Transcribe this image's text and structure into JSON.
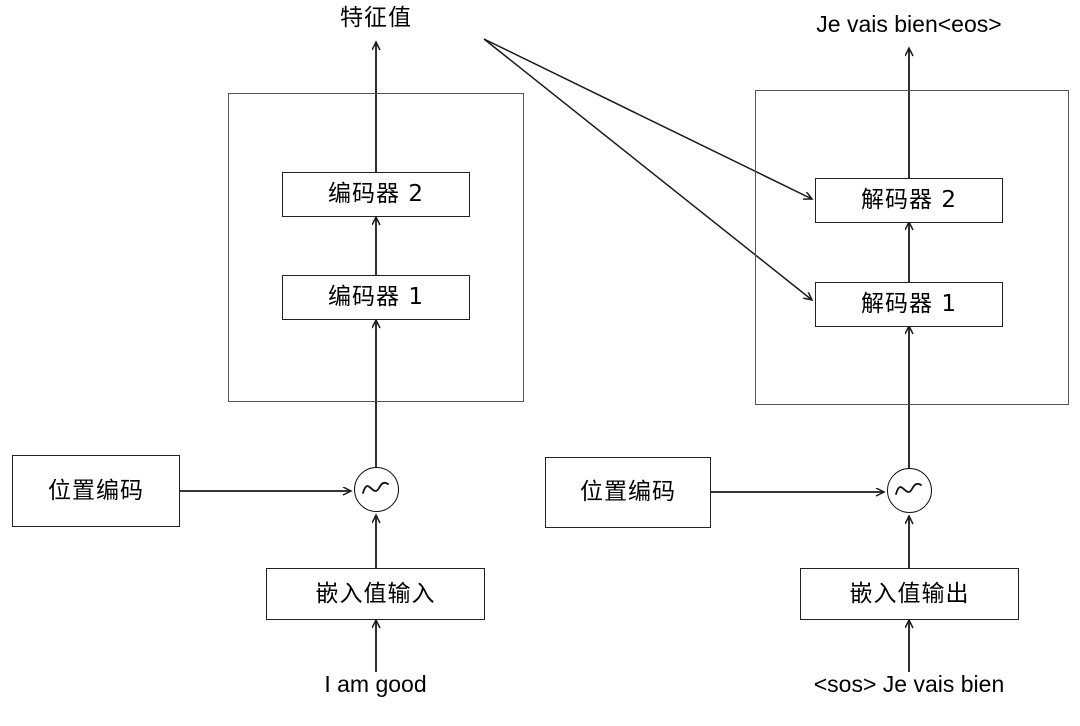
{
  "diagram": {
    "title": "Transformer encoder-decoder architecture",
    "background_color": "#ffffff",
    "line_color": "#222222",
    "group_border_color": "#555555"
  },
  "encoder_side": {
    "output_label": "特征值",
    "stack_blocks": [
      {
        "label": "编码器 2"
      },
      {
        "label": "编码器 1"
      }
    ],
    "positional_encoding_label": "位置编码",
    "sum_node_icon": "sine-wave-icon",
    "embedding_label": "嵌入值输入",
    "input_sentence": "I am good"
  },
  "decoder_side": {
    "output_label": "Je vais bien<eos>",
    "stack_blocks": [
      {
        "label": "解码器 2"
      },
      {
        "label": "解码器 1"
      }
    ],
    "positional_encoding_label": "位置编码",
    "sum_node_icon": "sine-wave-icon",
    "embedding_label": "嵌入值输出",
    "input_sentence": "<sos> Je vais bien"
  },
  "connections": [
    {
      "from": "encoder-output",
      "to": "decoder-block-2",
      "style": "arrow"
    },
    {
      "from": "encoder-output",
      "to": "decoder-block-1",
      "style": "arrow"
    }
  ]
}
